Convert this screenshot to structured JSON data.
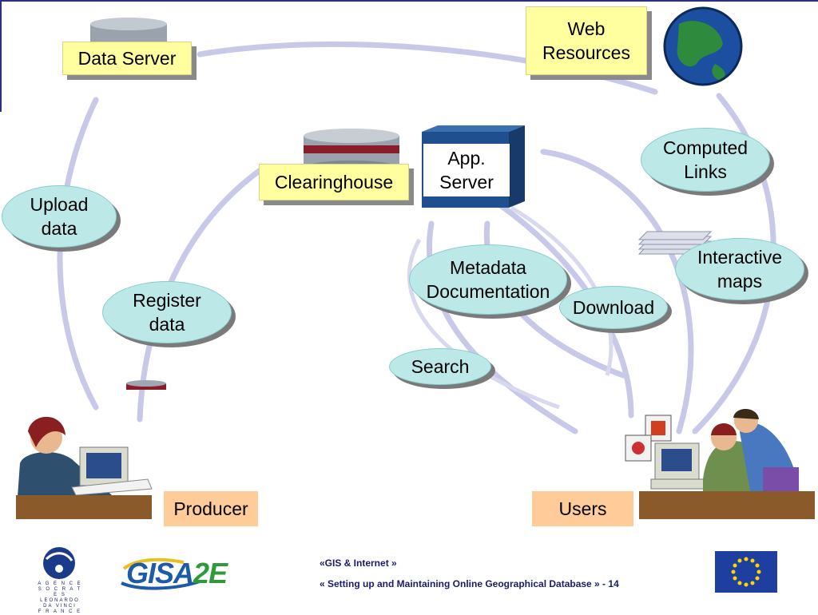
{
  "nodes": {
    "data_server": "Data Server",
    "web_resources": "Web\nResources",
    "clearinghouse": "Clearinghouse",
    "app_server": "App.\nServer",
    "computed_links": "Computed\nLinks",
    "upload_data": "Upload\ndata",
    "register_data": "Register\ndata",
    "metadata_documentation": "Metadata\nDocumentation",
    "download": "Download",
    "interactive_maps": "Interactive\nmaps",
    "search": "Search"
  },
  "actors": {
    "producer": "Producer",
    "users": "Users"
  },
  "footer": {
    "title": "«GIS & Internet »",
    "subtitle": "« Setting up and Maintaining Online Geographical Database » - 14",
    "logo_gisa": "GISA",
    "logo_gisa_2e": "2E",
    "socrates_text": "A G E N C E\nS O C R A T E S\nLEONARDO DA VINCI\nF R A N C E"
  },
  "colors": {
    "rect_label": "#ffffa0",
    "oval_label": "#bde8e8",
    "actor_label": "#ffcc99",
    "arcs": "#c8c8e8",
    "app_server_box": "#1f4f8f"
  },
  "icons": [
    "database-icon",
    "globe-icon",
    "server-box-icon",
    "map-layers-icon",
    "person-at-computer-icon",
    "eu-flag-icon",
    "socrates-logo-icon"
  ]
}
